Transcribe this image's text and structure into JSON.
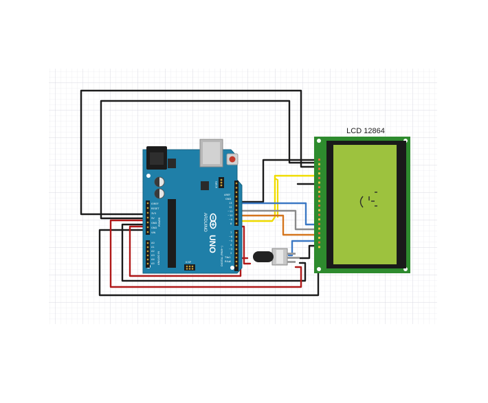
{
  "lcd": {
    "title": "LCD 12864"
  },
  "arduino": {
    "brand": "ARDUINO",
    "model": "UNO",
    "header_labels": {
      "ioref": "IOREF",
      "reset": "RESET",
      "v33": "3V3",
      "v5": "5V",
      "gnd1": "GND",
      "gnd2": "GND",
      "vin": "VIN",
      "a0": "A0",
      "a1": "A1",
      "a2": "A2",
      "a3": "A3",
      "a4": "A4",
      "a5": "A5",
      "aref": "AREF",
      "gnd_top": "GND",
      "d13": "13",
      "d12": "12",
      "d11": "~11",
      "d10": "~10",
      "d9": "~9",
      "d8": "8",
      "d7": "7",
      "d6": "~6",
      "d5": "~5",
      "d4": "4",
      "d3": "~3",
      "d2": "2",
      "tx": "TX▸1",
      "rx": "RX◂0",
      "icsp": "ICSP",
      "icsp2": "ICSP2",
      "power": "POWER",
      "analog_in": "ANALOG IN",
      "digital": "DIGITAL (PWM~)"
    }
  },
  "colors": {
    "board": "#1f7fa8",
    "lcd_pcb": "#2e8b2e",
    "lcd_screen": "#9dc23e",
    "wire_black": "#1a1a1a",
    "wire_red": "#b01818",
    "wire_yellow": "#f0dc00",
    "wire_blue": "#3b78c4",
    "wire_gray": "#8a8a8a",
    "wire_orange": "#d4741c"
  }
}
